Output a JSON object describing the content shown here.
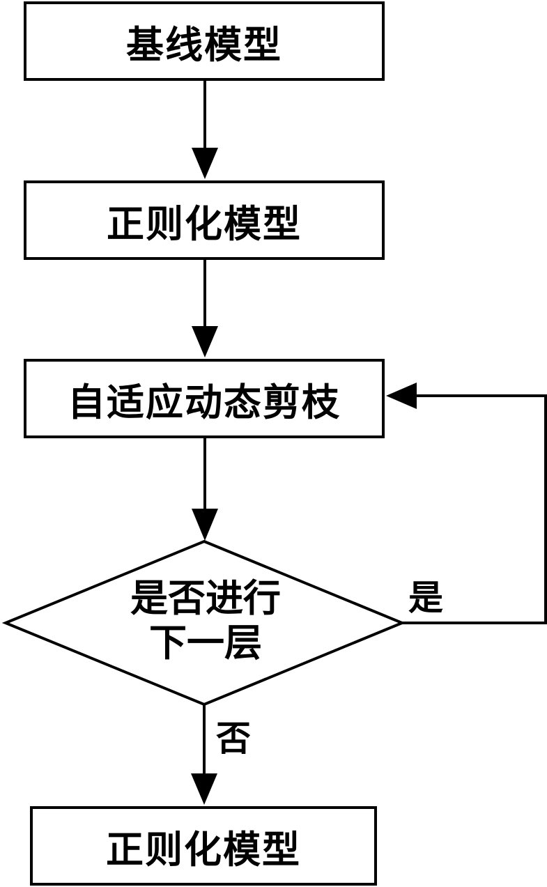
{
  "nodes": {
    "baseline_model": "基线模型",
    "regularized_model_1": "正则化模型",
    "adaptive_pruning": "自适应动态剪枝",
    "decision_line1": "是否进行",
    "decision_line2": "下一层",
    "regularized_model_2": "正则化模型"
  },
  "edges": {
    "yes_label": "是",
    "no_label": "否"
  }
}
